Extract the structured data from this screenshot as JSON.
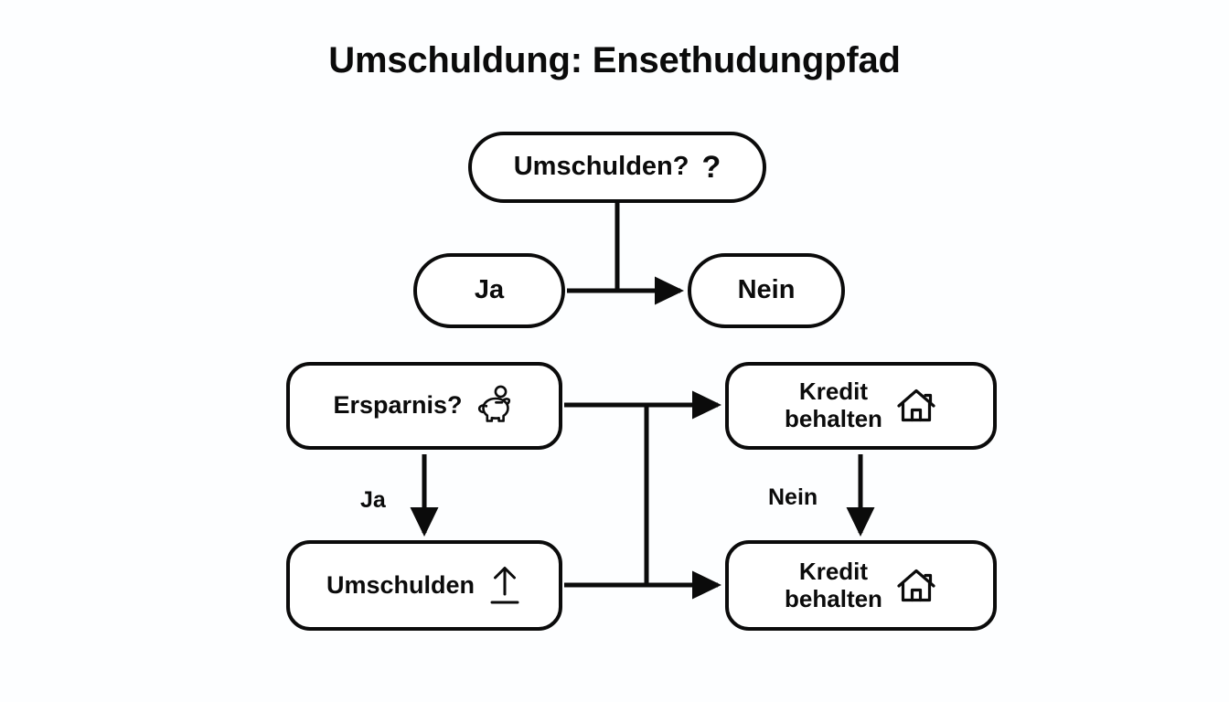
{
  "page": {
    "title": "Umschuldung: Ensethudungpfad",
    "background_color": "#fdfeff",
    "stroke_color": "#0b0b0b",
    "node_fill_color": "#ffffff"
  },
  "diagram": {
    "type": "flowchart",
    "orientation": "top-down",
    "nodes": [
      {
        "id": "umschulden-q",
        "label": "Umschulden?",
        "icon": "question-mark-icon",
        "shape": "pill",
        "role": "decision"
      },
      {
        "id": "ja",
        "label": "Ja",
        "icon": null,
        "shape": "pill",
        "role": "branch"
      },
      {
        "id": "nein",
        "label": "Nein",
        "icon": null,
        "shape": "pill",
        "role": "branch"
      },
      {
        "id": "ersparnis",
        "label": "Ersparnis?",
        "icon": "piggy-bank-icon",
        "shape": "rounded-rect",
        "role": "decision"
      },
      {
        "id": "kredit-behalten-1",
        "label": "Kredit\nbehalten",
        "icon": "house-icon",
        "shape": "rounded-rect",
        "role": "outcome"
      },
      {
        "id": "umschulden",
        "label": "Umschulden",
        "icon": "upload-arrow-icon",
        "shape": "rounded-rect",
        "role": "action"
      },
      {
        "id": "kredit-behalten-2",
        "label": "Kredit\nbehalten",
        "icon": "house-icon",
        "shape": "rounded-rect",
        "role": "outcome"
      }
    ],
    "edge_labels": [
      {
        "id": "ja-left",
        "text": "Ja"
      },
      {
        "id": "nein-right",
        "text": "Nein"
      }
    ],
    "edges": [
      {
        "from": "umschulden-q",
        "to": "ja-nein-connector",
        "label": "",
        "arrow": false
      },
      {
        "from": "ja",
        "to": "nein",
        "label": "",
        "arrow": true
      },
      {
        "from": "ersparnis",
        "to": "kredit-behalten-1",
        "label": "",
        "arrow": true
      },
      {
        "from": "ersparnis",
        "to": "umschulden",
        "label": "Ja",
        "arrow": true
      },
      {
        "from": "kredit-behalten-1",
        "to": "kredit-behalten-2",
        "label": "Nein",
        "arrow": true
      },
      {
        "from": "umschulden",
        "to": "kredit-behalten-2",
        "label": "",
        "arrow": true
      }
    ]
  }
}
